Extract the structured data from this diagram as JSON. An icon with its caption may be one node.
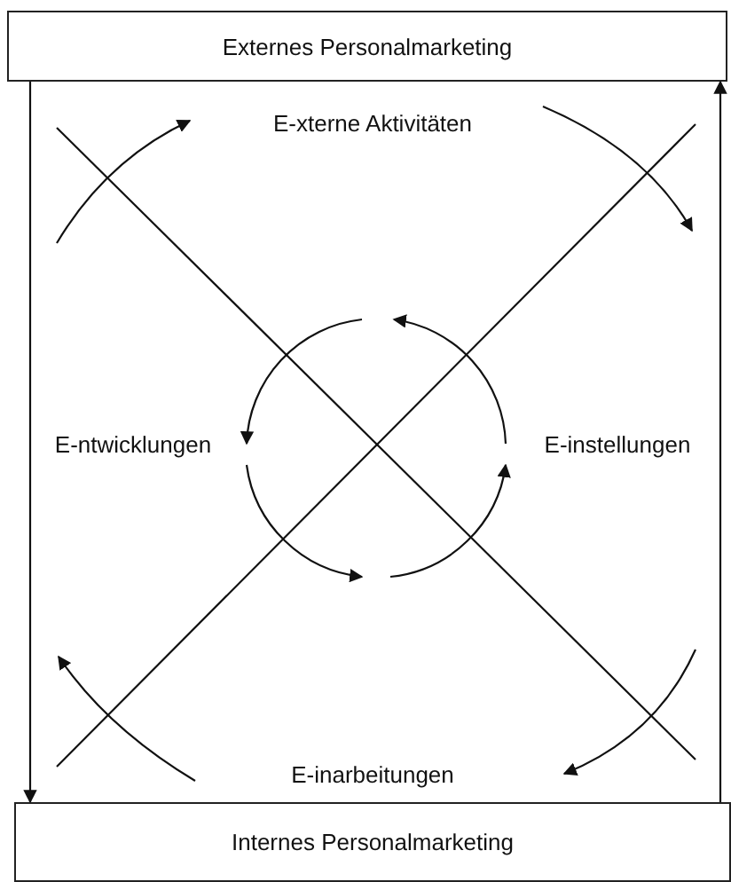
{
  "diagram": {
    "nodes": [
      {
        "text": [
          "Externes Personalmarketing"
        ]
      },
      {
        "text": [
          "Internes Personalmarketing"
        ]
      },
      {
        "text": [
          "E-xterne Aktivitäten"
        ]
      },
      {
        "text": [
          "E-ntwicklungen"
        ]
      },
      {
        "text": [
          "E-instellungen"
        ]
      },
      {
        "text": [
          "E-inarbeitungen"
        ]
      }
    ],
    "edges": [
      {
        "from": 0,
        "to": 1,
        "arrow": "to"
      },
      {
        "from": 1,
        "to": 0,
        "arrow": "to"
      }
    ]
  }
}
